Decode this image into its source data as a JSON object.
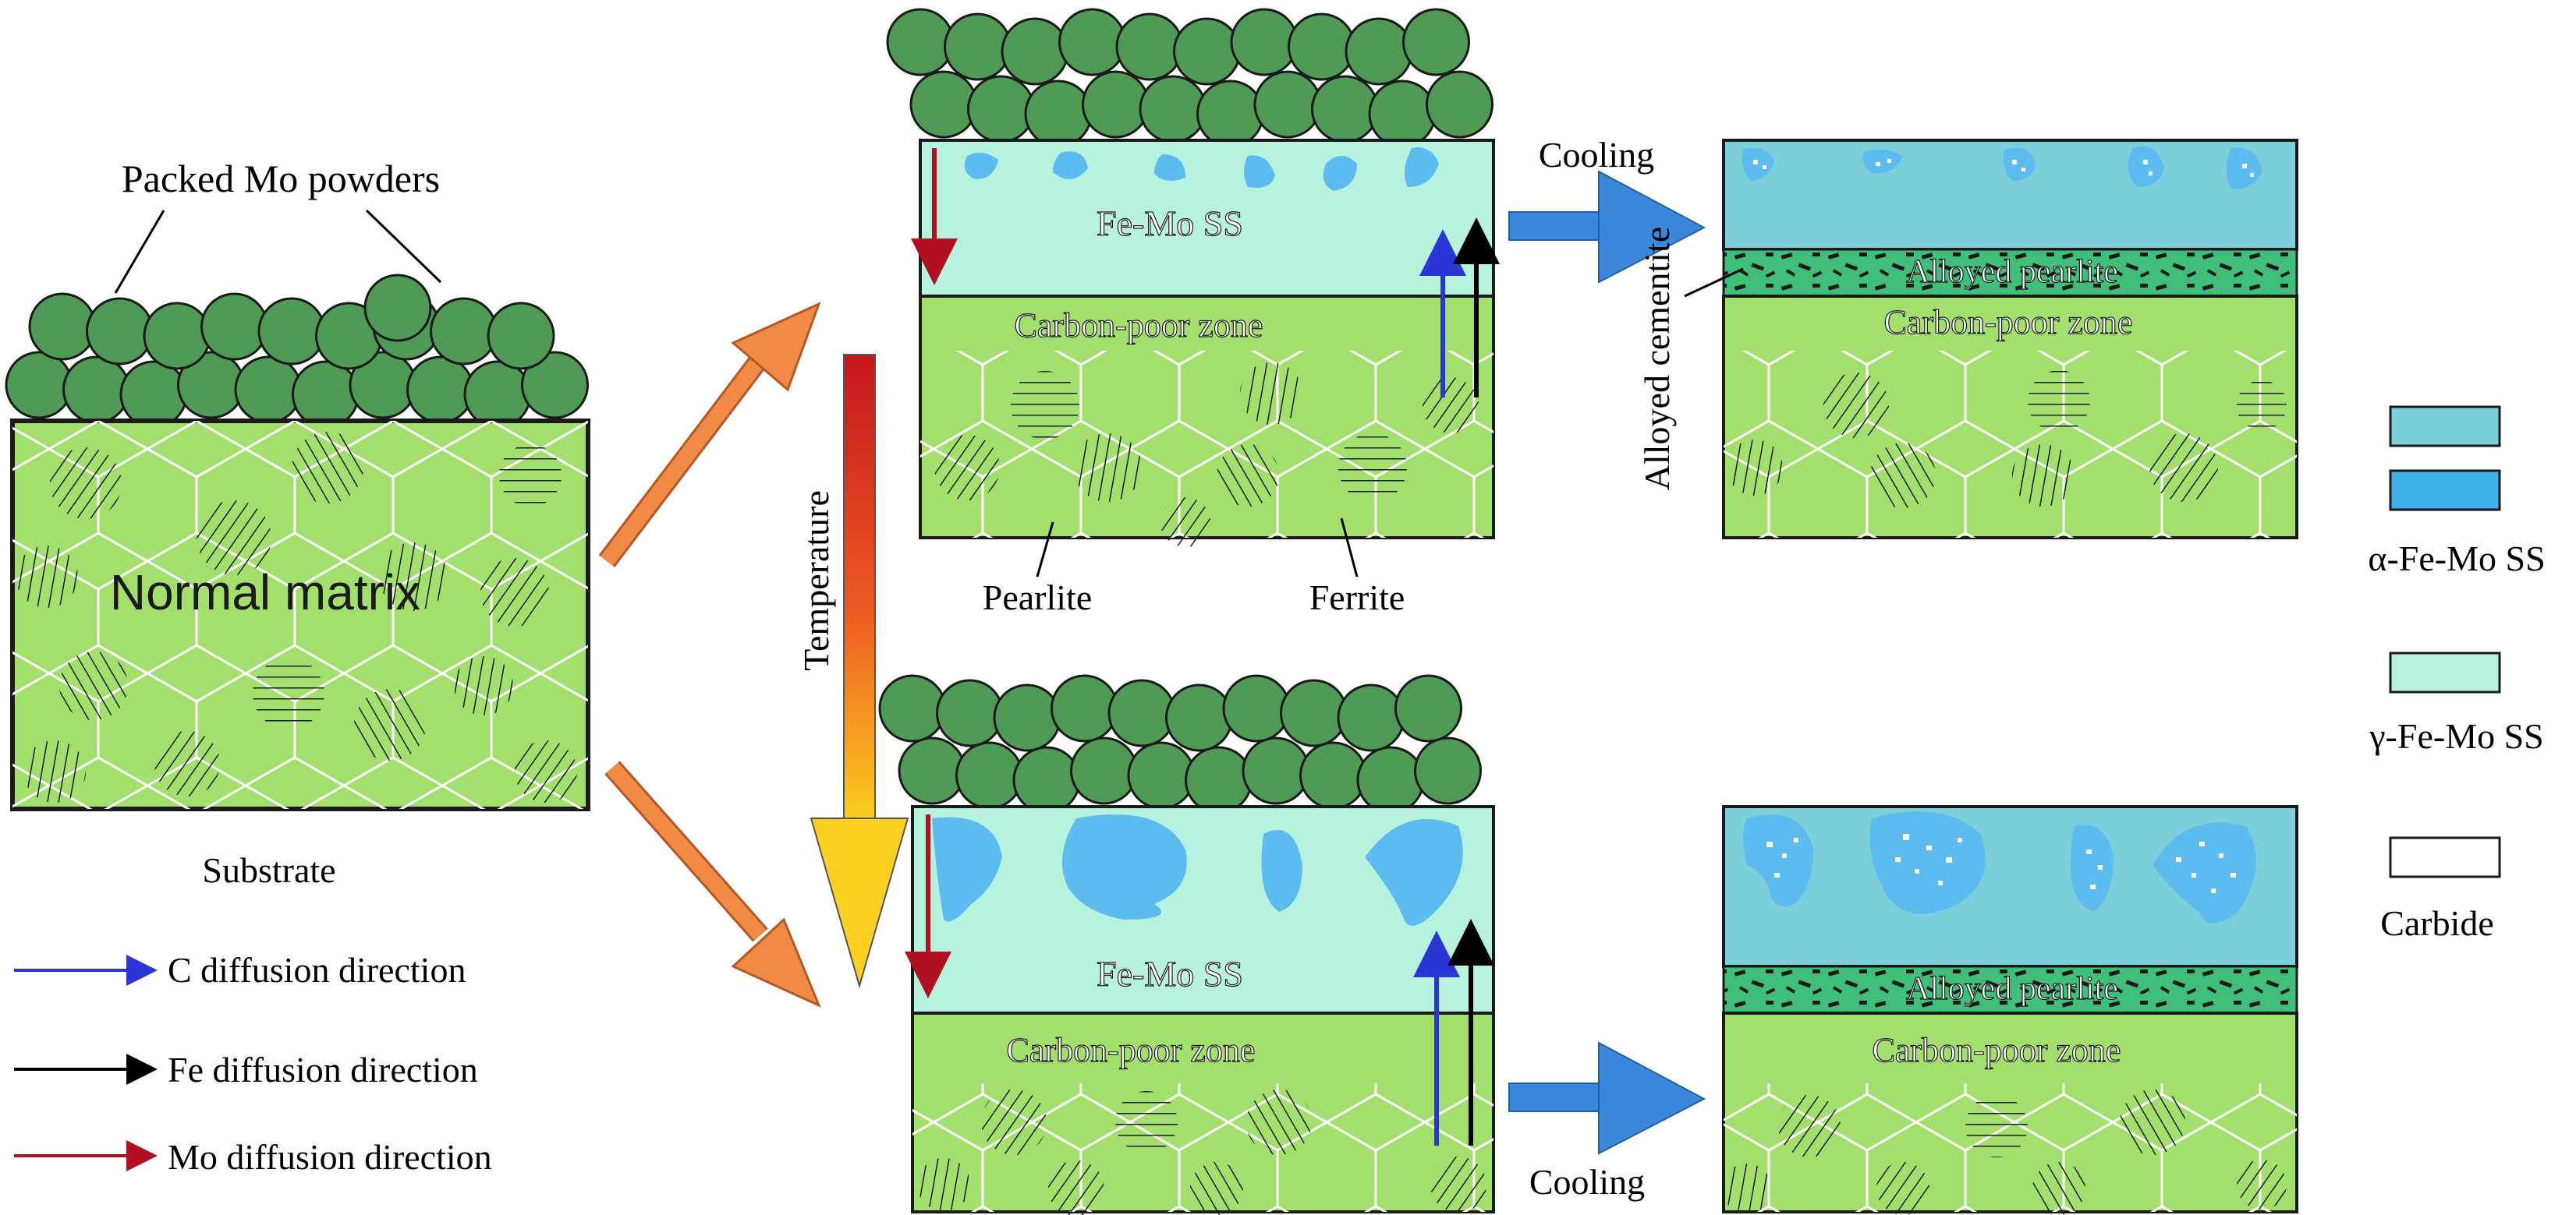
{
  "labels": {
    "packed_powders": "Packed Mo powders",
    "normal_matrix": "Normal matrix",
    "substrate": "Substrate",
    "temperature": "Temperature",
    "pearlite": "Pearlite",
    "ferrite": "Ferrite",
    "cooling_top": "Cooling",
    "cooling_bottom": "Cooling",
    "fe_mo_ss_top": "Fe-Mo SS",
    "fe_mo_ss_bottom": "Fe-Mo SS",
    "carbon_poor_1": "Carbon-poor zone",
    "carbon_poor_2": "Carbon-poor zone",
    "carbon_poor_3": "Carbon-poor zone",
    "carbon_poor_4": "Carbon-poor zone",
    "alloyed_pearlite_top": "Alloyed pearlite",
    "alloyed_pearlite_bottom": "Alloyed pearlite",
    "alloyed_cementite": "Alloyed cementite"
  },
  "diffusion_legend": [
    {
      "label": "C diffusion direction",
      "color": "#2a35d6"
    },
    {
      "label": "Fe diffusion direction",
      "color": "#000000"
    },
    {
      "label": "Mo diffusion direction",
      "color": "#b01020"
    }
  ],
  "phase_legend": [
    {
      "label": "α-Fe-Mo SS",
      "colors": [
        "#7ccfd9",
        "#3fb1ea"
      ]
    },
    {
      "label": "γ-Fe-Mo SS",
      "colors": [
        "#b7f2df"
      ]
    },
    {
      "label": "Carbide",
      "colors": [
        "#ffffff"
      ]
    }
  ],
  "colors": {
    "powder": "#4f9a55",
    "matrix": "#a3df6c",
    "gamma_ss": "#b7f2df",
    "alpha_ss": "#7ccfd9",
    "mo_blob": "#5cbcf0",
    "pearlite_band": "#3fbf7a",
    "arrow_orange": "#f08a45",
    "arrow_blue": "#3b87d9"
  }
}
